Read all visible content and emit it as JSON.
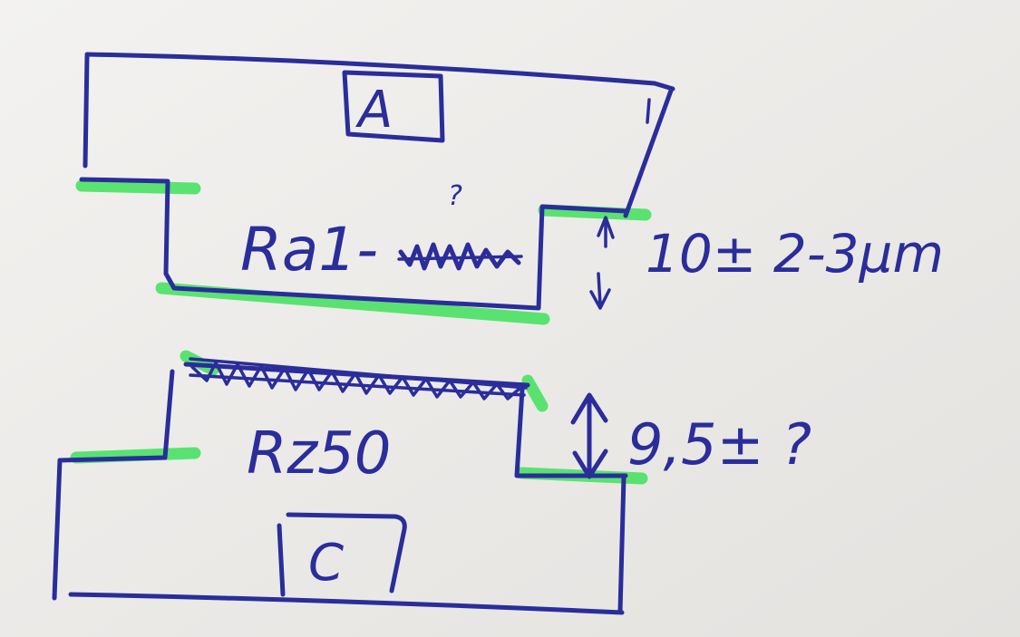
{
  "diagram": {
    "colors": {
      "paper": "#ebe9e6",
      "ink": "#2a2d9a",
      "highlight": "#3fe05a"
    },
    "upper_part": {
      "label": "A",
      "question_mark": "?",
      "roughness": "Ra1-",
      "roughness_scribble": "scribbled-out text"
    },
    "lower_part": {
      "label": "C",
      "roughness": "Rz50",
      "hatched_surface": true
    },
    "dimensions": {
      "upper": "10± 2-3μm",
      "lower": "9,5± ?"
    }
  }
}
